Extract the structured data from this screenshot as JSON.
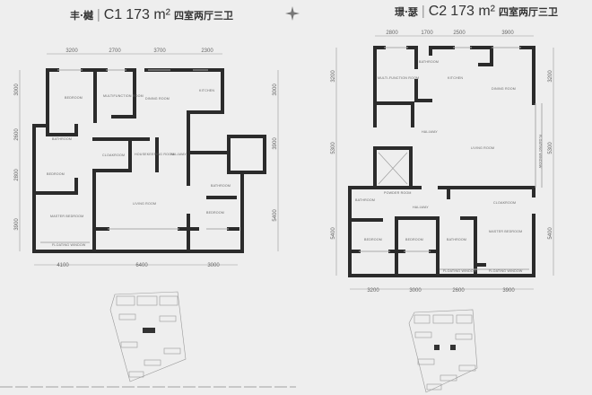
{
  "plan_c1": {
    "name": "丰·樾",
    "code": "C1",
    "area": "173 m²",
    "layout": "四室两厅三卫",
    "dims_top": [
      "3200",
      "2700",
      "3700",
      "2300"
    ],
    "dims_bottom": [
      "4100",
      "6400",
      "3000"
    ],
    "dims_left": [
      "3000",
      "2600",
      "2800",
      "3900"
    ],
    "dims_right": [
      "3000",
      "3900",
      "5400"
    ],
    "rooms": [
      "BEDROOM",
      "MULTIFUNCTION ROOM",
      "DINING ROOM",
      "KITCHEN",
      "BATHROOM",
      "CLOAKROOM",
      "HOUSEKEEPING ROOM",
      "HALLWAY",
      "BEDROOM",
      "MASTER BEDROOM",
      "LIVING ROOM",
      "BATHROOM",
      "BEDROOM",
      "FLOATING WINDOW"
    ]
  },
  "plan_c2": {
    "name": "璟·瑟",
    "code": "C2",
    "area": "173 m²",
    "layout": "四室两厅三卫",
    "dims_top": [
      "2800",
      "1700",
      "2500",
      "3900"
    ],
    "dims_bottom": [
      "3200",
      "3000",
      "2600",
      "3900"
    ],
    "dims_left": [
      "3200",
      "5300",
      "5400"
    ],
    "dims_right": [
      "3200",
      "5300",
      "5400"
    ],
    "rooms": [
      "BATHROOM",
      "MULTI-FUNCTION ROOM",
      "KITCHEN",
      "DINING ROOM",
      "HALLWAY",
      "LIVING ROOM",
      "FLOATING WINDOW",
      "BATHROOM",
      "POWDER ROOM",
      "HALLWAY",
      "CLOAKROOM",
      "MASTER BEDROOM",
      "BEDROOM",
      "BEDROOM",
      "BATHROOM",
      "FLOATING WINDOW",
      "FLOATING WINDOW"
    ]
  },
  "icons": {
    "compass": "compass-rose-icon",
    "site_map": "site-key-plan"
  }
}
